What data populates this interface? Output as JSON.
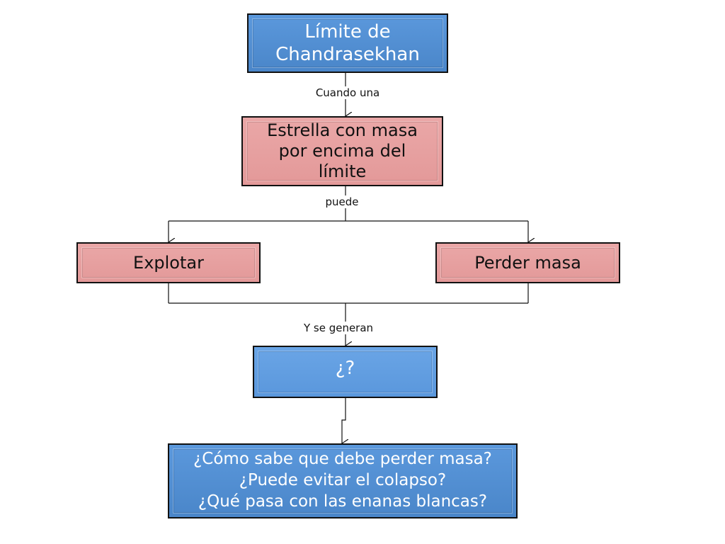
{
  "nodes": {
    "limite": [
      "Límite de",
      "Chandrasekhan"
    ],
    "estrella": [
      "Estrella con masa",
      "por encima del",
      "límite"
    ],
    "explotar": [
      "Explotar"
    ],
    "perder": [
      "Perder masa"
    ],
    "pregunta": [
      "¿?"
    ],
    "dudas": [
      "¿Cómo sabe que debe perder masa?",
      "¿Puede evitar el colapso?",
      "¿Qué pasa con las enanas blancas?"
    ]
  },
  "edges": {
    "cuando_una": "Cuando una",
    "puede": "puede",
    "y_se_generan": "Y se generan"
  }
}
